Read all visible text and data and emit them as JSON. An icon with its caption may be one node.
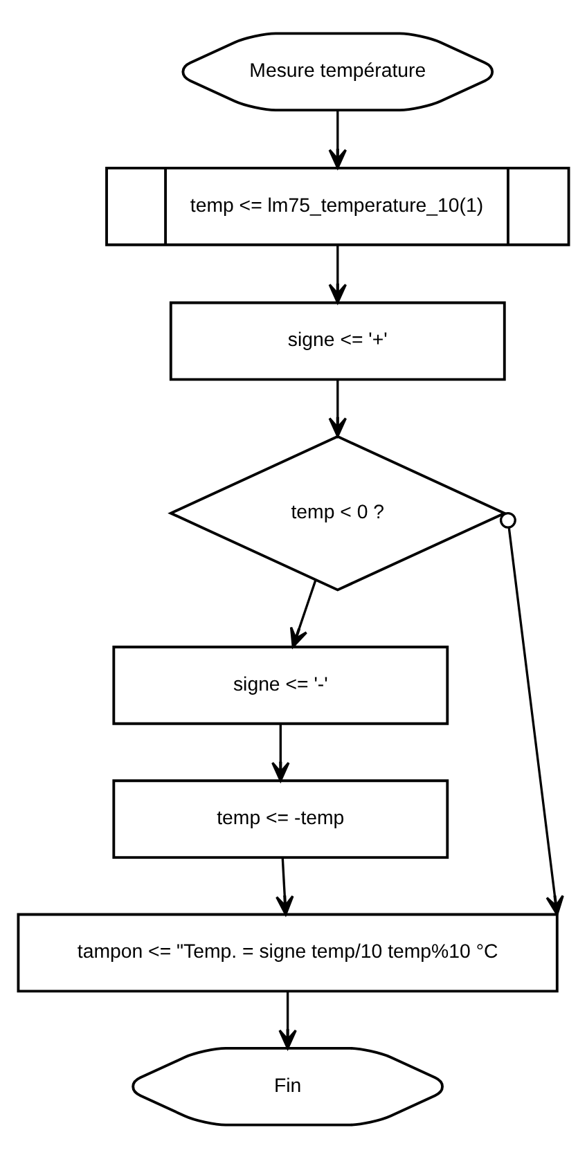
{
  "diagram": {
    "nodes": [
      {
        "text": [
          "Mesure température"
        ]
      },
      {
        "text": [
          "temp <= lm75_temperature_10(1)"
        ]
      },
      {
        "text": [
          "signe <= '+'"
        ]
      },
      {
        "text": [
          "temp < 0 ?"
        ]
      },
      {
        "text": [
          "signe <= '-'"
        ]
      },
      {
        "text": [
          "temp <= -temp"
        ]
      },
      {
        "text": [
          "tampon <= \"Temp. = signe temp/10 temp%10 °C"
        ]
      },
      {
        "text": [
          "Fin"
        ]
      }
    ],
    "edges": [
      {
        "from": 0,
        "to": 1,
        "arrow": "to"
      },
      {
        "from": 1,
        "to": 2,
        "arrow": "to"
      },
      {
        "from": 2,
        "to": 3,
        "arrow": "to"
      },
      {
        "from": 3,
        "to": 4,
        "arrow": "to"
      },
      {
        "from": 4,
        "to": 5,
        "arrow": "to"
      },
      {
        "from": 5,
        "to": 6,
        "arrow": "to"
      },
      {
        "from": 3,
        "to": 6,
        "arrow": "to"
      },
      {
        "from": 6,
        "to": 7,
        "arrow": "to"
      }
    ]
  }
}
